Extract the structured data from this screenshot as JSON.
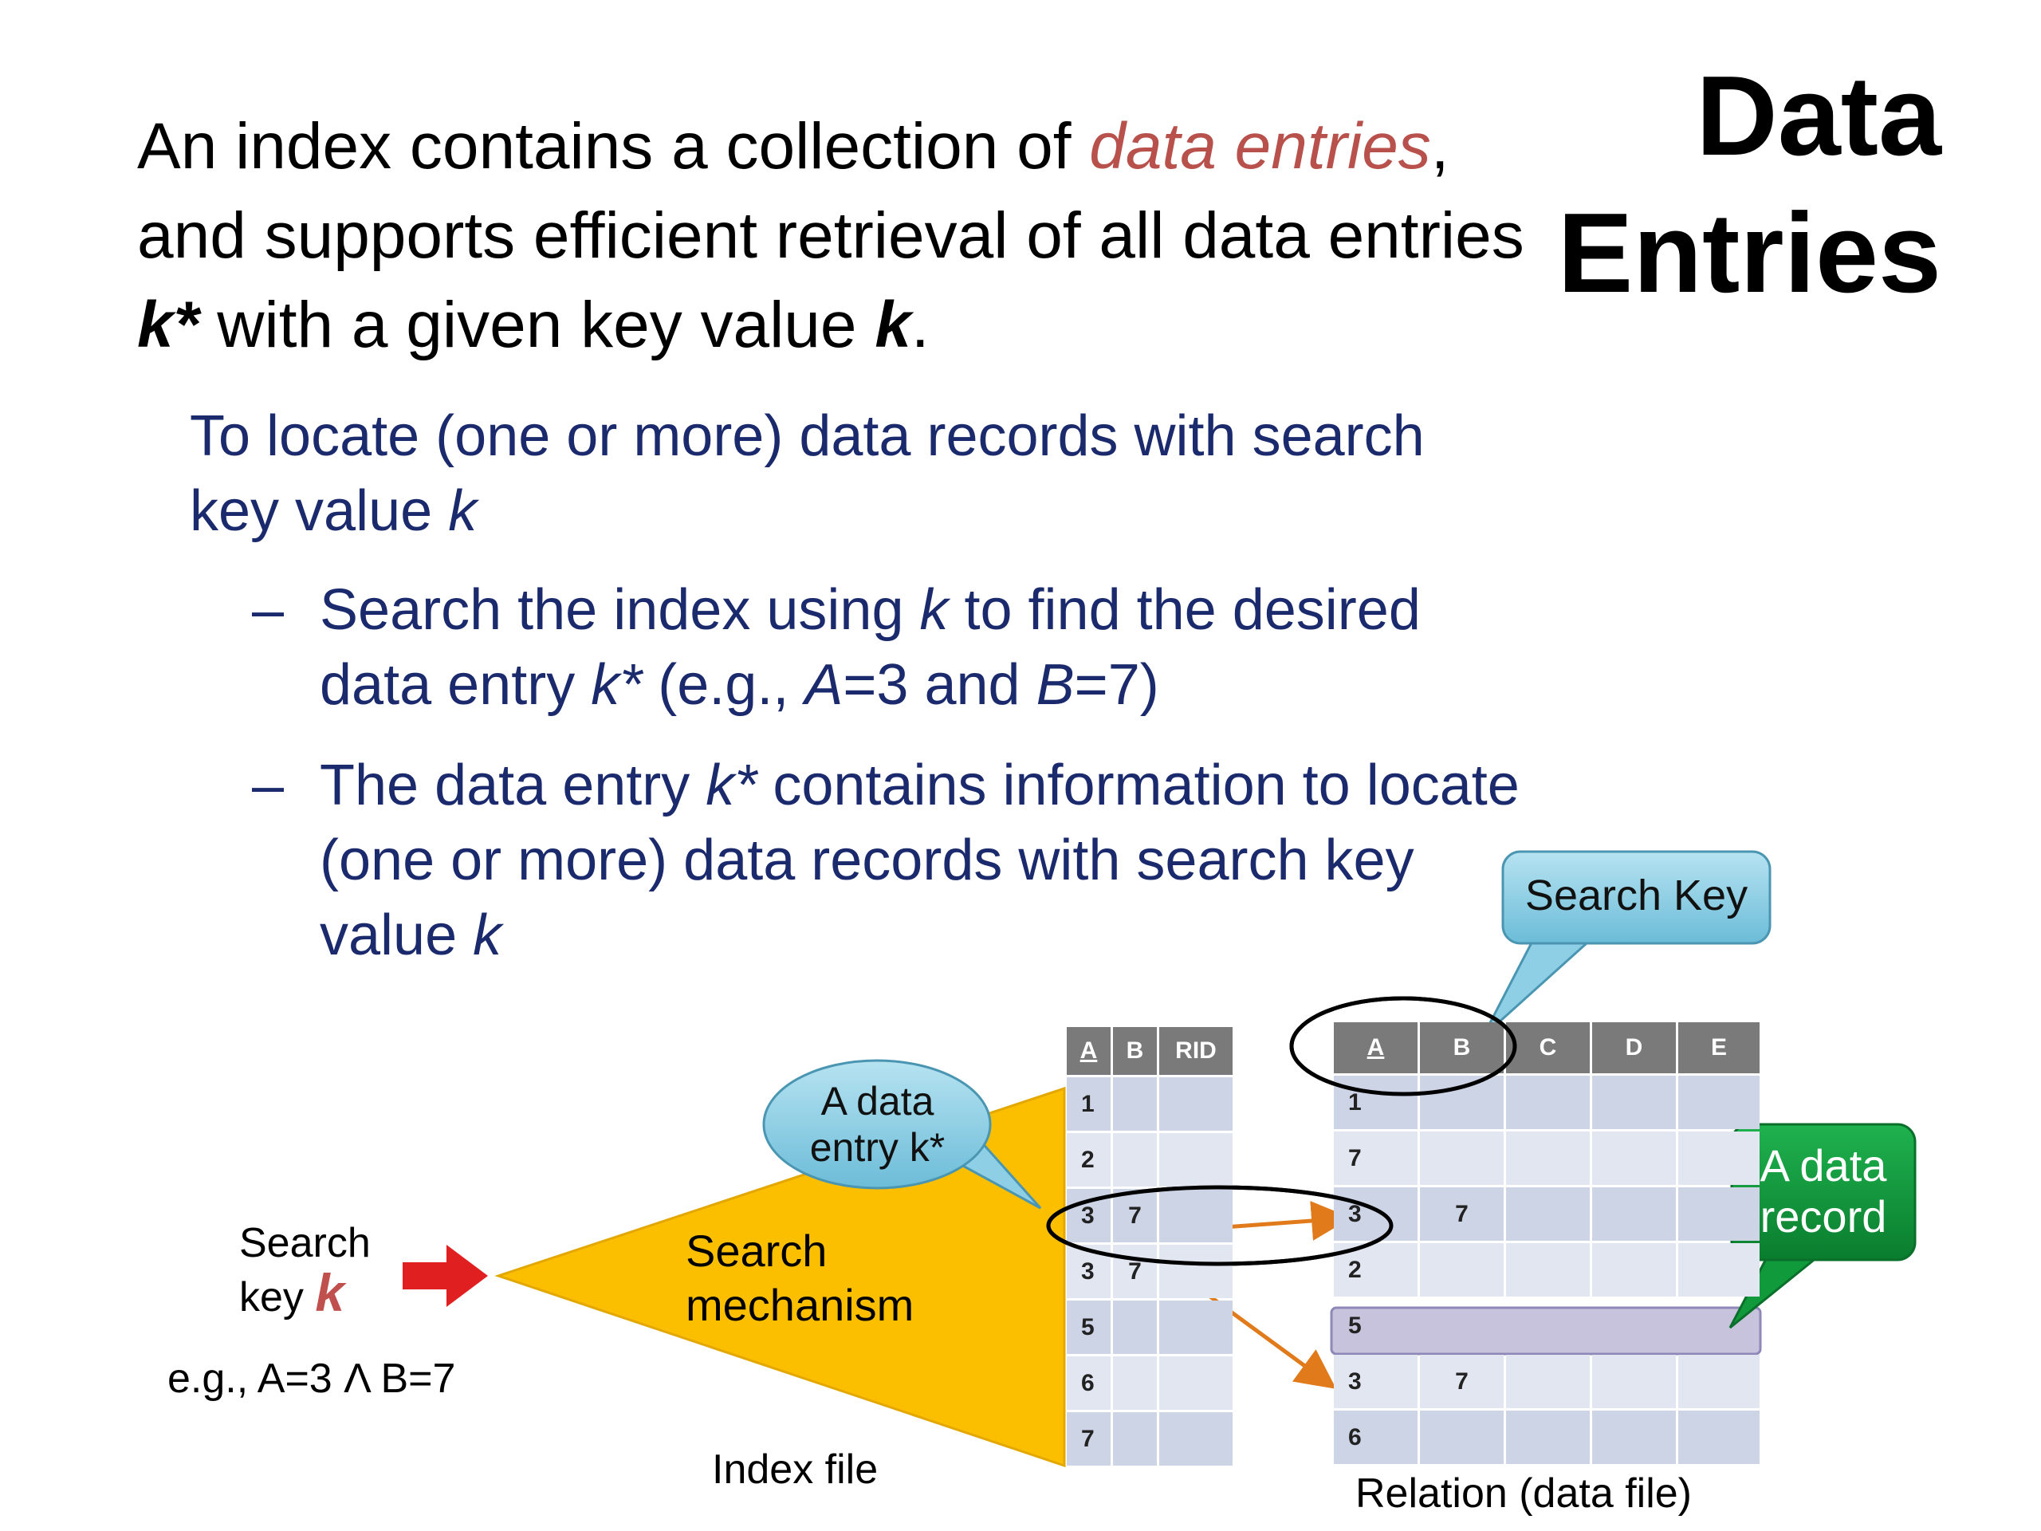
{
  "title": {
    "line1": "Data",
    "line2": "Entries"
  },
  "intro": {
    "part1": "An index contains a collection of ",
    "em": "data entries",
    "part2": ", and supports efficient retrieval of all data entries ",
    "kstar": "k*",
    "part3": " with a given key value ",
    "k": "k",
    "part4": "."
  },
  "bullet_main": {
    "text": "To locate (one or more) data records with search key value ",
    "k": "k"
  },
  "bullets": [
    {
      "dash": "–",
      "a": "Search the index using ",
      "k": "k",
      "b": " to find the desired data entry ",
      "kstar": "k*",
      "c": " (e.g., ",
      "A": "A",
      "d": "=3 and ",
      "B": "B",
      "e": "=7)"
    },
    {
      "dash": "–",
      "a": "The data entry ",
      "kstar": "k*",
      "b": " contains information to locate (one or more) data records with search key value ",
      "k": "k"
    }
  ],
  "diagram": {
    "search_key_label_line1": "Search",
    "search_key_label_line2": "key",
    "search_key_k": "k",
    "example": "e.g., A=3 Λ B=7",
    "search_mechanism_line1": "Search",
    "search_mechanism_line2": "mechanism",
    "index_file_label": "Index file",
    "relation_label": "Relation (data file)",
    "callout_entry_line1": "A data",
    "callout_entry_line2": "entry k*",
    "callout_search_key": "Search Key",
    "callout_record_line1": "A data",
    "callout_record_line2": "record",
    "index_table": {
      "headers": [
        "A",
        "B",
        "RID"
      ],
      "rows": [
        [
          "1",
          "",
          ""
        ],
        [
          "2",
          "",
          ""
        ],
        [
          "3",
          "7",
          ""
        ],
        [
          "3",
          "7",
          ""
        ],
        [
          "5",
          "",
          ""
        ],
        [
          "6",
          "",
          ""
        ],
        [
          "7",
          "",
          ""
        ]
      ]
    },
    "relation_table": {
      "headers": [
        "A",
        "B",
        "C",
        "D",
        "E"
      ],
      "rows": [
        [
          "1",
          "",
          "",
          "",
          ""
        ],
        [
          "7",
          "",
          "",
          "",
          ""
        ],
        [
          "3",
          "7",
          "",
          "",
          ""
        ],
        [
          "2",
          "",
          "",
          "",
          ""
        ],
        [
          "5",
          "",
          "",
          "",
          ""
        ],
        [
          "3",
          "7",
          "",
          "",
          ""
        ],
        [
          "6",
          "",
          "",
          "",
          ""
        ]
      ]
    },
    "colors": {
      "triangle": "#fcbf00",
      "callout_blue": "#8fd0e6",
      "callout_green": "#0e9a3a",
      "arrow_red": "#e02020",
      "arrow_orange": "#e07a1a",
      "highlight_row": "#c7c3dd"
    }
  }
}
